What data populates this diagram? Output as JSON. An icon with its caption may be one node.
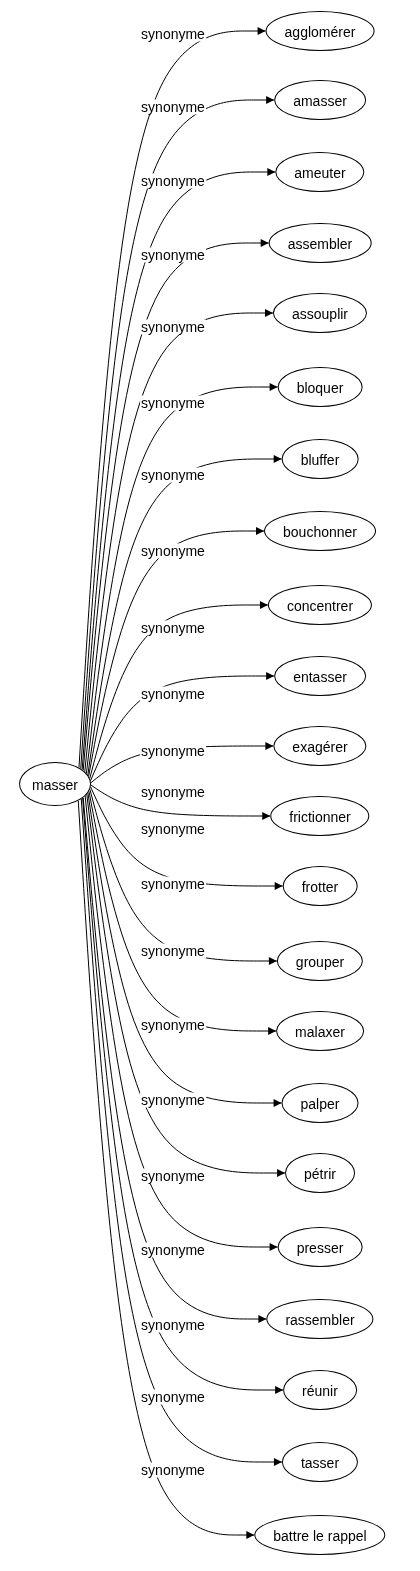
{
  "diagram": {
    "nodes": [
      {
        "text": [
          "masser"
        ]
      },
      {
        "text": [
          "agglomérer"
        ]
      },
      {
        "text": [
          "amasser"
        ]
      },
      {
        "text": [
          "ameuter"
        ]
      },
      {
        "text": [
          "assembler"
        ]
      },
      {
        "text": [
          "assouplir"
        ]
      },
      {
        "text": [
          "bloquer"
        ]
      },
      {
        "text": [
          "bluffer"
        ]
      },
      {
        "text": [
          "bouchonner"
        ]
      },
      {
        "text": [
          "concentrer"
        ]
      },
      {
        "text": [
          "entasser"
        ]
      },
      {
        "text": [
          "exagérer"
        ]
      },
      {
        "text": [
          "frictionner"
        ]
      },
      {
        "text": [
          "frotter"
        ]
      },
      {
        "text": [
          "grouper"
        ]
      },
      {
        "text": [
          "malaxer"
        ]
      },
      {
        "text": [
          "palper"
        ]
      },
      {
        "text": [
          "pétrir"
        ]
      },
      {
        "text": [
          "presser"
        ]
      },
      {
        "text": [
          "rassembler"
        ]
      },
      {
        "text": [
          "réunir"
        ]
      },
      {
        "text": [
          "tasser"
        ]
      },
      {
        "text": [
          "battre le rappel"
        ]
      }
    ],
    "edges": [
      {
        "from": 0,
        "to": 1,
        "arrow": "to",
        "label": "synonyme"
      },
      {
        "from": 0,
        "to": 2,
        "arrow": "to",
        "label": "synonyme"
      },
      {
        "from": 0,
        "to": 3,
        "arrow": "to",
        "label": "synonyme"
      },
      {
        "from": 0,
        "to": 4,
        "arrow": "to",
        "label": "synonyme"
      },
      {
        "from": 0,
        "to": 5,
        "arrow": "to",
        "label": "synonyme"
      },
      {
        "from": 0,
        "to": 6,
        "arrow": "to",
        "label": "synonyme"
      },
      {
        "from": 0,
        "to": 7,
        "arrow": "to",
        "label": "synonyme"
      },
      {
        "from": 0,
        "to": 8,
        "arrow": "to",
        "label": "synonyme"
      },
      {
        "from": 0,
        "to": 9,
        "arrow": "to",
        "label": "synonyme"
      },
      {
        "from": 0,
        "to": 10,
        "arrow": "to",
        "label": "synonyme"
      },
      {
        "from": 0,
        "to": 11,
        "arrow": "to",
        "label": "synonyme"
      },
      {
        "from": 0,
        "to": 12,
        "arrow": "to",
        "label": "synonyme"
      },
      {
        "from": 0,
        "to": 13,
        "arrow": "to",
        "label": "synonyme"
      },
      {
        "from": 0,
        "to": 14,
        "arrow": "to",
        "label": "synonyme"
      },
      {
        "from": 0,
        "to": 15,
        "arrow": "to",
        "label": "synonyme"
      },
      {
        "from": 0,
        "to": 16,
        "arrow": "to",
        "label": "synonyme"
      },
      {
        "from": 0,
        "to": 17,
        "arrow": "to",
        "label": "synonyme"
      },
      {
        "from": 0,
        "to": 18,
        "arrow": "to",
        "label": "synonyme"
      },
      {
        "from": 0,
        "to": 19,
        "arrow": "to",
        "label": "synonyme"
      },
      {
        "from": 0,
        "to": 20,
        "arrow": "to",
        "label": "synonyme"
      },
      {
        "from": 0,
        "to": 21,
        "arrow": "to",
        "label": "synonyme"
      },
      {
        "from": 0,
        "to": 22,
        "arrow": "to",
        "label": "synonyme"
      }
    ]
  }
}
